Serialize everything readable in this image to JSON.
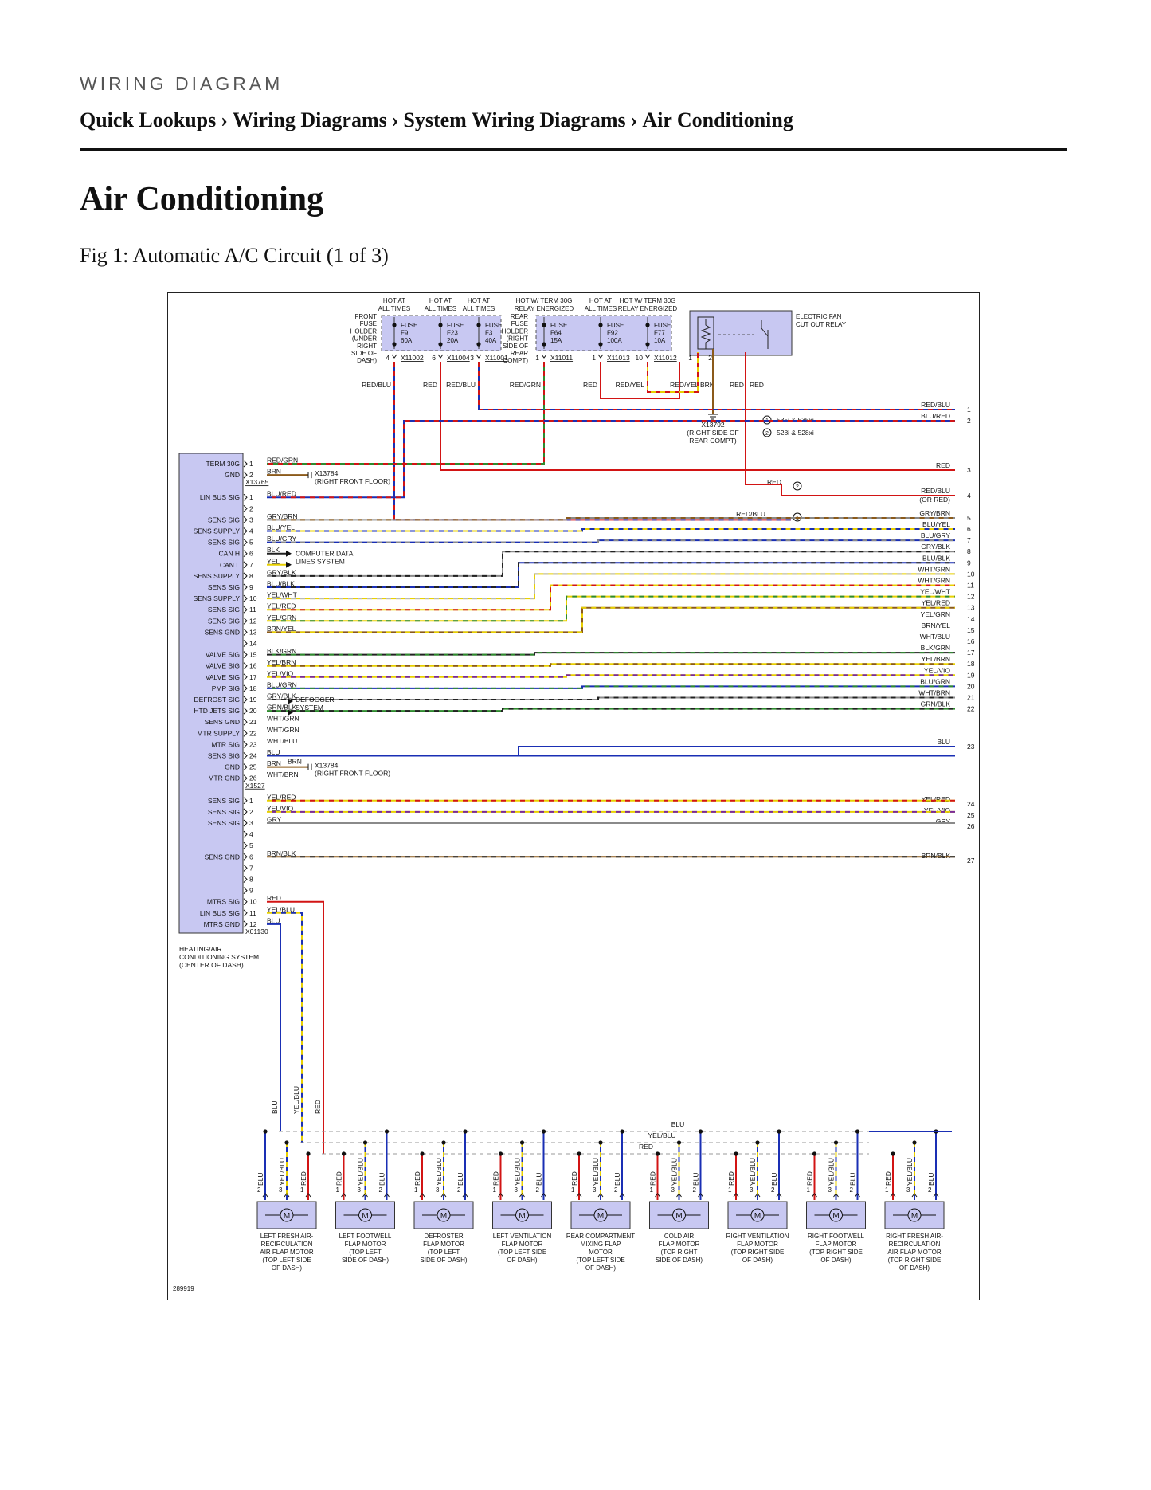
{
  "header": {
    "kicker": "WIRING DIAGRAM",
    "breadcrumbs": [
      "Quick Lookups",
      "Wiring Diagrams",
      "System Wiring Diagrams",
      "Air Conditioning"
    ],
    "separator": "›"
  },
  "page_title": "Air Conditioning",
  "figure_caption": "Fig 1: Automatic A/C Circuit (1 of 3)",
  "diagram": {
    "figure_id": "289919",
    "module": {
      "name_lines": [
        "HEATING/AIR",
        "CONDITIONING SYSTEM",
        "(CENTER OF DASH)"
      ],
      "connectors": [
        {
          "id": "X13765",
          "pins": [
            {
              "pin": "1",
              "label": "TERM 30G",
              "wire": "RED/GRN"
            },
            {
              "pin": "2",
              "label": "GND",
              "wire": "BRN"
            }
          ]
        },
        {
          "id": "X1527",
          "pins": [
            {
              "pin": "1",
              "label": "LIN BUS SIG",
              "wire": "BLU/RED"
            },
            {
              "pin": "2",
              "label": "",
              "wire": ""
            },
            {
              "pin": "3",
              "label": "SENS SIG",
              "wire": "GRY/BRN"
            },
            {
              "pin": "4",
              "label": "SENS SUPPLY",
              "wire": "BLU/YEL"
            },
            {
              "pin": "5",
              "label": "SENS SIG",
              "wire": "BLU/GRY"
            },
            {
              "pin": "6",
              "label": "CAN H",
              "wire": "BLK"
            },
            {
              "pin": "7",
              "label": "CAN L",
              "wire": "YEL"
            },
            {
              "pin": "8",
              "label": "SENS SUPPLY",
              "wire": "GRY/BLK"
            },
            {
              "pin": "9",
              "label": "SENS SIG",
              "wire": "BLU/BLK"
            },
            {
              "pin": "10",
              "label": "SENS SUPPLY",
              "wire": "YEL/WHT"
            },
            {
              "pin": "11",
              "label": "SENS SIG",
              "wire": "YEL/RED"
            },
            {
              "pin": "12",
              "label": "SENS SIG",
              "wire": "YEL/GRN"
            },
            {
              "pin": "13",
              "label": "SENS GND",
              "wire": "BRN/YEL"
            },
            {
              "pin": "14",
              "label": "",
              "wire": ""
            },
            {
              "pin": "15",
              "label": "VALVE SIG",
              "wire": "BLK/GRN"
            },
            {
              "pin": "16",
              "label": "VALVE SIG",
              "wire": "YEL/BRN"
            },
            {
              "pin": "17",
              "label": "VALVE SIG",
              "wire": "YEL/VIO"
            },
            {
              "pin": "18",
              "label": "PMP SIG",
              "wire": "BLU/GRN"
            },
            {
              "pin": "19",
              "label": "DEFROST SIG",
              "wire": "GRY/BLK"
            },
            {
              "pin": "20",
              "label": "HTD JETS SIG",
              "wire": "GRN/BLK"
            },
            {
              "pin": "21",
              "label": "SENS GND",
              "wire": "WHT/GRN"
            },
            {
              "pin": "22",
              "label": "MTR SUPPLY",
              "wire": "WHT/GRN"
            },
            {
              "pin": "23",
              "label": "MTR SIG",
              "wire": "WHT/BLU"
            },
            {
              "pin": "24",
              "label": "SENS SIG",
              "wire": "BLU"
            },
            {
              "pin": "25",
              "label": "GND",
              "wire": "BRN"
            },
            {
              "pin": "26",
              "label": "MTR GND",
              "wire": "WHT/BRN"
            }
          ]
        },
        {
          "id": "X01130",
          "pins": [
            {
              "pin": "1",
              "label": "SENS SIG",
              "wire": "YEL/RED"
            },
            {
              "pin": "2",
              "label": "SENS SIG",
              "wire": "YEL/VIO"
            },
            {
              "pin": "3",
              "label": "SENS SIG",
              "wire": "GRY"
            },
            {
              "pin": "4",
              "label": "",
              "wire": ""
            },
            {
              "pin": "5",
              "label": "",
              "wire": ""
            },
            {
              "pin": "6",
              "label": "SENS GND",
              "wire": "BRN/BLK"
            },
            {
              "pin": "7",
              "label": "",
              "wire": ""
            },
            {
              "pin": "8",
              "label": "",
              "wire": ""
            },
            {
              "pin": "9",
              "label": "",
              "wire": ""
            },
            {
              "pin": "10",
              "label": "MTRS SIG",
              "wire": "RED"
            },
            {
              "pin": "11",
              "label": "LIN BUS SIG",
              "wire": "YEL/BLU"
            },
            {
              "pin": "12",
              "label": "MTRS GND",
              "wire": "BLU"
            }
          ]
        }
      ]
    },
    "fuse_groups": [
      {
        "holder_lines": [
          "FRONT",
          "FUSE",
          "HOLDER",
          "(UNDER",
          "RIGHT",
          "SIDE OF",
          "DASH)"
        ],
        "fuses": [
          {
            "hot_lines": [
              "HOT AT",
              "ALL TIMES"
            ],
            "lines": [
              "FUSE",
              "F9",
              "60A"
            ],
            "pin": "4",
            "connector": "X11002",
            "wire": "RED/BLU"
          },
          {
            "hot_lines": [
              "HOT AT",
              "ALL TIMES"
            ],
            "lines": [
              "FUSE",
              "F23",
              "20A"
            ],
            "pin": "6",
            "connector": "X11004",
            "wire": "RED"
          },
          {
            "hot_lines": [
              "HOT AT",
              "ALL TIMES"
            ],
            "lines": [
              "FUSE",
              "F3",
              "40A"
            ],
            "pin": "3",
            "connector": "X11001",
            "wire": "RED/BLU"
          }
        ]
      },
      {
        "holder_lines": [
          "REAR",
          "FUSE",
          "HOLDER",
          "(RIGHT",
          "SIDE OF",
          "REAR",
          "COMPT)"
        ],
        "fuses": [
          {
            "hot_lines": [
              "HOT W/ TERM 30G",
              "RELAY ENERGIZED"
            ],
            "lines": [
              "FUSE",
              "F64",
              "15A"
            ],
            "pin": "1",
            "connector": "X11011",
            "wire": "RED/GRN"
          },
          {
            "hot_lines": [
              "HOT AT",
              "ALL TIMES"
            ],
            "lines": [
              "FUSE",
              "F92",
              "100A"
            ],
            "pin": "1",
            "connector": "X11013",
            "wire": "RED"
          },
          {
            "hot_lines": [
              "HOT W/ TERM 30G",
              "RELAY ENERGIZED"
            ],
            "lines": [
              "FUSE",
              "F77",
              "10A"
            ],
            "pin": "10",
            "connector": "X11012",
            "wire": "RED/YEL"
          }
        ]
      }
    ],
    "relay": {
      "name_lines": [
        "ELECTRIC FAN",
        "CUT OUT RELAY"
      ],
      "pins": [
        "1",
        "2"
      ],
      "wires": [
        "RED/YEL",
        "BRN",
        "RED",
        "RED"
      ]
    },
    "ground": {
      "id": "X13792",
      "lines": [
        "(RIGHT SIDE OF",
        "REAR COMPT)"
      ]
    },
    "variants": [
      {
        "num": "1",
        "text": "535i & 535xi"
      },
      {
        "num": "2",
        "text": "528i & 528xi"
      }
    ],
    "ground_splices": [
      {
        "id": "X13784",
        "text": "(RIGHT FRONT FLOOR)"
      },
      {
        "id": "X13784",
        "text": "(RIGHT FRONT FLOOR)"
      }
    ],
    "computer_data_lines": [
      "COMPUTER DATA",
      "LINES SYSTEM"
    ],
    "defogger_lines": [
      "DEFOGGER",
      "SYSTEM"
    ],
    "right_outputs": [
      {
        "num": "1",
        "wire": "RED/BLU"
      },
      {
        "num": "2",
        "wire": "BLU/RED"
      },
      {
        "num": "3",
        "wire": "RED"
      },
      {
        "num": "4",
        "wire": "RED/BLU",
        "wire2": "(OR RED)",
        "variant": "2",
        "alt": "RED"
      },
      {
        "num": "5",
        "wire": "GRY/BRN",
        "variant": "1",
        "alt": "RED/BLU"
      },
      {
        "num": "6",
        "wire": "BLU/YEL"
      },
      {
        "num": "7",
        "wire": "BLU/GRY"
      },
      {
        "num": "8",
        "wire": "GRY/BLK"
      },
      {
        "num": "9",
        "wire": "BLU/BLK"
      },
      {
        "num": "10",
        "wire": "WHT/GRN"
      },
      {
        "num": "11",
        "wire": "WHT/GRN"
      },
      {
        "num": "12",
        "wire": "YEL/WHT"
      },
      {
        "num": "13",
        "wire": "YEL/RED"
      },
      {
        "num": "14",
        "wire": "YEL/GRN"
      },
      {
        "num": "15",
        "wire": "BRN/YEL"
      },
      {
        "num": "16",
        "wire": "WHT/BLU"
      },
      {
        "num": "17",
        "wire": "BLK/GRN"
      },
      {
        "num": "18",
        "wire": "YEL/BRN"
      },
      {
        "num": "19",
        "wire": "YEL/VIO"
      },
      {
        "num": "20",
        "wire": "BLU/GRN"
      },
      {
        "num": "21",
        "wire": "WHT/BRN"
      },
      {
        "num": "22",
        "wire": "GRN/BLK"
      },
      {
        "num": "23",
        "wire": "BLU"
      },
      {
        "num": "24",
        "wire": "YEL/RED"
      },
      {
        "num": "25",
        "wire": "YEL/VIO"
      },
      {
        "num": "26",
        "wire": "GRY"
      },
      {
        "num": "27",
        "wire": "BRN/BLK"
      }
    ],
    "bus": {
      "drop_labels": [
        "BLU",
        "YEL/BLU",
        "RED"
      ],
      "bus_labels": [
        "BLU",
        "YEL/BLU",
        "RED"
      ]
    },
    "motor_wires": [
      "RED",
      "YEL/BLU",
      "BLU"
    ],
    "motors": [
      {
        "name_lines": [
          "LEFT FRESH AIR-",
          "RECIRCULATION",
          "AIR FLAP MOTOR",
          "(TOP LEFT SIDE",
          "OF DASH)"
        ],
        "pins": [
          "2",
          "3",
          "1"
        ],
        "wires": [
          "BLU",
          "YEL/BLU",
          "RED"
        ]
      },
      {
        "name_lines": [
          "LEFT FOOTWELL",
          "FLAP MOTOR",
          "(TOP LEFT",
          "SIDE OF DASH)"
        ],
        "pins": [
          "1",
          "3",
          "2"
        ],
        "wires": [
          "RED",
          "YEL/BLU",
          "BLU"
        ]
      },
      {
        "name_lines": [
          "DEFROSTER",
          "FLAP MOTOR",
          "(TOP LEFT",
          "SIDE OF DASH)"
        ],
        "pins": [
          "1",
          "3",
          "2"
        ],
        "wires": [
          "RED",
          "YEL/BLU",
          "BLU"
        ]
      },
      {
        "name_lines": [
          "LEFT VENTILATION",
          "FLAP MOTOR",
          "(TOP LEFT SIDE",
          "OF DASH)"
        ],
        "pins": [
          "1",
          "3",
          "2"
        ],
        "wires": [
          "RED",
          "YEL/BLU",
          "BLU"
        ]
      },
      {
        "name_lines": [
          "REAR COMPARTMENT",
          "MIXING FLAP",
          "MOTOR",
          "(TOP LEFT SIDE",
          "OF DASH)"
        ],
        "pins": [
          "1",
          "3",
          "2"
        ],
        "wires": [
          "RED",
          "YEL/BLU",
          "BLU"
        ]
      },
      {
        "name_lines": [
          "COLD AIR",
          "FLAP MOTOR",
          "(TOP RIGHT",
          "SIDE OF DASH)"
        ],
        "pins": [
          "1",
          "3",
          "2"
        ],
        "wires": [
          "RED",
          "YEL/BLU",
          "BLU"
        ]
      },
      {
        "name_lines": [
          "RIGHT VENTILATION",
          "FLAP MOTOR",
          "(TOP RIGHT SIDE",
          "OF DASH)"
        ],
        "pins": [
          "1",
          "3",
          "2"
        ],
        "wires": [
          "RED",
          "YEL/BLU",
          "BLU"
        ]
      },
      {
        "name_lines": [
          "RIGHT FOOTWELL",
          "FLAP MOTOR",
          "(TOP RIGHT SIDE",
          "OF DASH)"
        ],
        "pins": [
          "1",
          "3",
          "2"
        ],
        "wires": [
          "RED",
          "YEL/BLU",
          "BLU"
        ]
      },
      {
        "name_lines": [
          "RIGHT FRESH AIR-",
          "RECIRCULATION",
          "AIR FLAP MOTOR",
          "(TOP RIGHT SIDE",
          "OF DASH)"
        ],
        "pins": [
          "1",
          "3",
          "2"
        ],
        "wires": [
          "RED",
          "YEL/BLU",
          "BLU"
        ]
      }
    ],
    "motor_symbol": "M",
    "colors": {
      "module_fill": "#c8c8f2",
      "fuse_fill": "#c8c8f2",
      "RED": "#d21414",
      "BLU": "#1a2fb4",
      "YEL": "#e8d000",
      "BRN": "#8b5a1a",
      "GRN": "#2e8b2e",
      "BLK": "#222222",
      "WHT": "#b9b9b9",
      "GRY": "#8a8a8a",
      "VIO": "#7a2a9a",
      "ORANGE": "#d06a10"
    }
  }
}
